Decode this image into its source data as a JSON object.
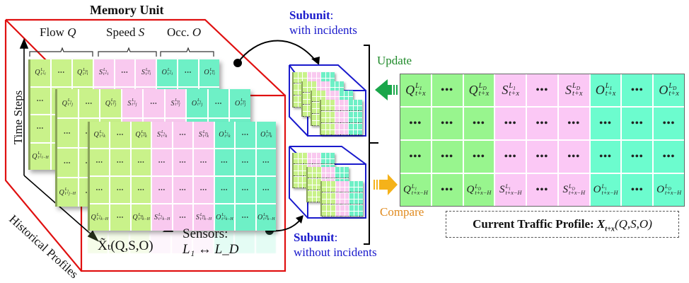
{
  "memory_unit": {
    "title": "Memory Unit",
    "groups": [
      {
        "name": "Flow",
        "symbol": "Q"
      },
      {
        "name": "Speed",
        "symbol": "S"
      },
      {
        "name": "Occ.",
        "symbol": "O"
      }
    ],
    "axis_time": "Time Steps",
    "axis_history": "Historical Profiles",
    "layers": [
      {
        "time_index": "t+i",
        "top_row": [
          "Q^{L1}_{t+i}",
          "…",
          "Q^{LD}_{t+i}",
          "S^{L1}_{t+i}",
          "…",
          "S^{LD}_{t+i}",
          "O^{L1}_{t+i}",
          "…",
          "O^{LD}_{t+i}"
        ],
        "bottom_first": "Q^{L1}_{t+i-H}"
      },
      {
        "time_index": "t+j",
        "top_row": [
          "Q^{L1}_{t+j}",
          "…",
          "Q^{LD}_{t+j}",
          "S^{L1}_{t+j}",
          "…",
          "S^{LD}_{t+j}",
          "O^{L1}_{t+j}",
          "…",
          "O^{LD}_{t+j}"
        ],
        "bottom_first": "Q^{L1}_{t+j-H}"
      },
      {
        "time_index": "t+k",
        "top_row": [
          "Q^{L1}_{t+k}",
          "…",
          "Q^{LD}_{t+k}",
          "S^{L1}_{t+k}",
          "…",
          "S^{LD}_{t+k}",
          "O^{L1}_{t+k}",
          "…",
          "O^{LD}_{t+k}"
        ],
        "bottom_row": [
          "Q^{L1}_{t+k-H}",
          "…",
          "Q^{LD}_{t+k-H}",
          "S^{L1}_{t+k-H}",
          "…",
          "S^{LD}_{t+k-H}",
          "O^{L1}_{t+k-H}",
          "…",
          "O^{LD}_{t+k-H}"
        ]
      }
    ],
    "dots": "…",
    "vdots": "⋯",
    "sensors_label": "Sensors:",
    "sensors_range": "L₁ ↔ L_D",
    "x_tilde_label": "X̃ₜ(Q,S,O)"
  },
  "subunits": [
    {
      "title": "Subunit",
      "subtitle": "with incidents"
    },
    {
      "title": "Subunit",
      "subtitle": "without incidents"
    }
  ],
  "actions": {
    "update": "Update",
    "compare": "Compare"
  },
  "colors": {
    "memory_frame": "#e01010",
    "subunit_frame": "#1a1acc",
    "update_arrow": "#1aa64a",
    "compare_arrow": "#f5b21a",
    "flow": "#98f58e",
    "speed": "#fbc8f5",
    "occupancy": "#6cfcce"
  },
  "current_profile": {
    "caption_prefix": "Current Traffic Profile:",
    "caption_math": "X_{t+x}(Q,S,O)",
    "top_row": [
      {
        "v": "Q",
        "sup": "L1",
        "sub": "t+x"
      },
      {
        "v": "…"
      },
      {
        "v": "Q",
        "sup": "LD",
        "sub": "t+x"
      },
      {
        "v": "S",
        "sup": "L1",
        "sub": "t+x"
      },
      {
        "v": "…"
      },
      {
        "v": "S",
        "sup": "LD",
        "sub": "t+x"
      },
      {
        "v": "O",
        "sup": "L1",
        "sub": "t+x"
      },
      {
        "v": "…"
      },
      {
        "v": "O",
        "sup": "LD",
        "sub": "t+x"
      }
    ],
    "bottom_row": [
      {
        "v": "Q",
        "sup": "L1",
        "sub": "t+x−H"
      },
      {
        "v": "…"
      },
      {
        "v": "Q",
        "sup": "LD",
        "sub": "t+x−H"
      },
      {
        "v": "S",
        "sup": "L1",
        "sub": "t+x−H"
      },
      {
        "v": "…"
      },
      {
        "v": "S",
        "sup": "LD",
        "sub": "t+x−H"
      },
      {
        "v": "O",
        "sup": "L1",
        "sub": "t+x−H"
      },
      {
        "v": "…"
      },
      {
        "v": "O",
        "sup": "LD",
        "sub": "t+x−H"
      }
    ],
    "middle_cell": "•••"
  }
}
